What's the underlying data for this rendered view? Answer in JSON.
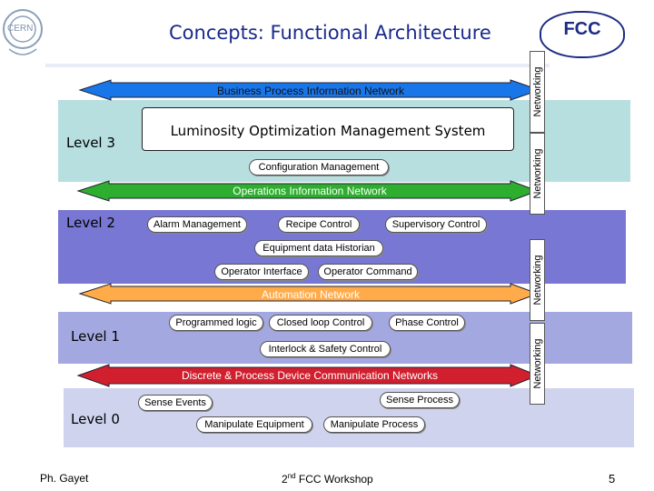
{
  "header": {
    "title": "Concepts: Functional Architecture",
    "left_logo_text": "CERN",
    "right_logo_text": "FCC"
  },
  "levels": {
    "level3": "Level 3",
    "level2": "Level 2",
    "level1": "Level 1",
    "level0": "Level 0"
  },
  "networks": {
    "business": "Business Process Information Network",
    "operations": "Operations Information Network",
    "automation": "Automation Network",
    "discrete": "Discrete & Process Device Communication Networks"
  },
  "networking_label": "Networking",
  "systems": {
    "luminosity": "Luminosity Optimization Management System",
    "configuration": "Configuration Management",
    "alarm": "Alarm Management",
    "recipe": "Recipe Control",
    "supervisory": "Supervisory Control",
    "historian": "Equipment data Historian",
    "operator_interface": "Operator Interface",
    "operator_command": "Operator Command",
    "programmed_logic": "Programmed logic",
    "closed_loop": "Closed loop Control",
    "phase_control": "Phase Control",
    "interlock": "Interlock & Safety Control",
    "sense_events": "Sense Events",
    "sense_process": "Sense Process",
    "manipulate_equipment": "Manipulate Equipment",
    "manipulate_process": "Manipulate Process"
  },
  "footer": {
    "author": "Ph. Gayet",
    "workshop_num": "2",
    "workshop_sup": "nd",
    "workshop_rest": " FCC Workshop",
    "page_number": "5"
  },
  "colors": {
    "level3_band": "#b7dfe0",
    "level2_band": "#7878d4",
    "level1_band": "#a4a8e0",
    "level0_band": "#cfd3ee",
    "business_arrow": "#1976e8",
    "operations_arrow": "#2eae2e",
    "automation_arrow": "#ffab4a",
    "discrete_arrow": "#d21f2e"
  }
}
